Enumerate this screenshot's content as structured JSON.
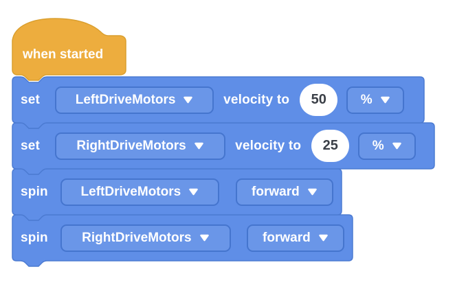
{
  "workspace": {
    "background": "#ffffff"
  },
  "palette": {
    "block_blue": "#5F8EE7",
    "block_blue_border": "#4C7BD2",
    "dropdown_border": "#4575CE",
    "hat_yellow": "#EDAD3E",
    "hat_yellow_border": "#DA9F2E",
    "label_text": "#FFFFFF",
    "value_text": "#3A3F47"
  },
  "icons": {
    "dropdown_arrow": "triangle-down"
  },
  "blocks": [
    {
      "kind": "hat",
      "label": "when started"
    },
    {
      "kind": "set-velocity",
      "verb": "set",
      "motor": "LeftDriveMotors",
      "phrase": "velocity to",
      "value": "50",
      "unit": "%"
    },
    {
      "kind": "set-velocity",
      "verb": "set",
      "motor": "RightDriveMotors",
      "phrase": "velocity to",
      "value": "25",
      "unit": "%"
    },
    {
      "kind": "spin",
      "verb": "spin",
      "motor": "LeftDriveMotors",
      "direction": "forward"
    },
    {
      "kind": "spin",
      "verb": "spin",
      "motor": "RightDriveMotors",
      "direction": "forward"
    }
  ]
}
